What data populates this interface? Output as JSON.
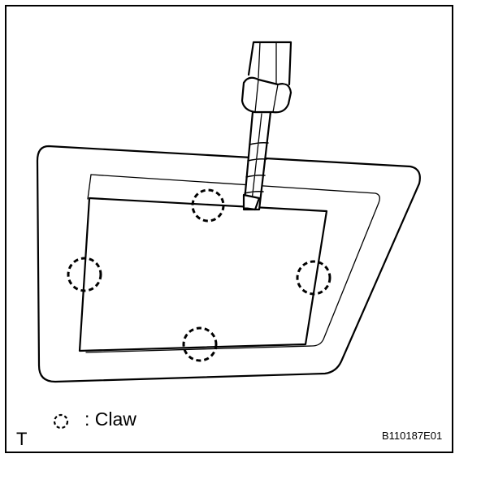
{
  "diagram": {
    "legend": {
      "icon": "dashed-circle-icon",
      "label": "◌: Claw"
    },
    "corner_letter": "T",
    "figure_code": "B110187E01",
    "colors": {
      "line": "#000000",
      "background": "#ffffff"
    }
  }
}
